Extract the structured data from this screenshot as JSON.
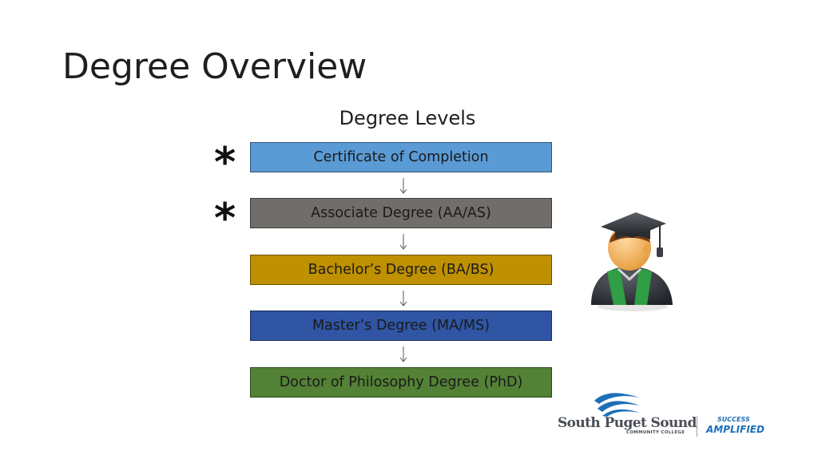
{
  "slide": {
    "title": "Degree Overview",
    "subtitle": "Degree Levels"
  },
  "levels": [
    {
      "label": "Certificate of Completion",
      "color": "#5b9bd5",
      "starred": true
    },
    {
      "label": "Associate Degree (AA/AS)",
      "color": "#706d6b",
      "starred": true
    },
    {
      "label": "Bachelor’s Degree (BA/BS)",
      "color": "#bf9000",
      "starred": false
    },
    {
      "label": "Master’s Degree (MA/MS)",
      "color": "#2f55a4",
      "starred": false
    },
    {
      "label": "Doctor of Philosophy Degree (PhD)",
      "color": "#538135",
      "starred": false
    }
  ],
  "markers": {
    "star": "*"
  },
  "icons": {
    "graduate": "graduate-icon",
    "logo_waves": "waves-icon"
  },
  "logo": {
    "name": "South Puget Sound",
    "sub": "COMMUNITY COLLEGE",
    "tag_top": "SUCCESS",
    "tag_bottom": "AMPLIFIED",
    "color": "#1d6fb8"
  }
}
